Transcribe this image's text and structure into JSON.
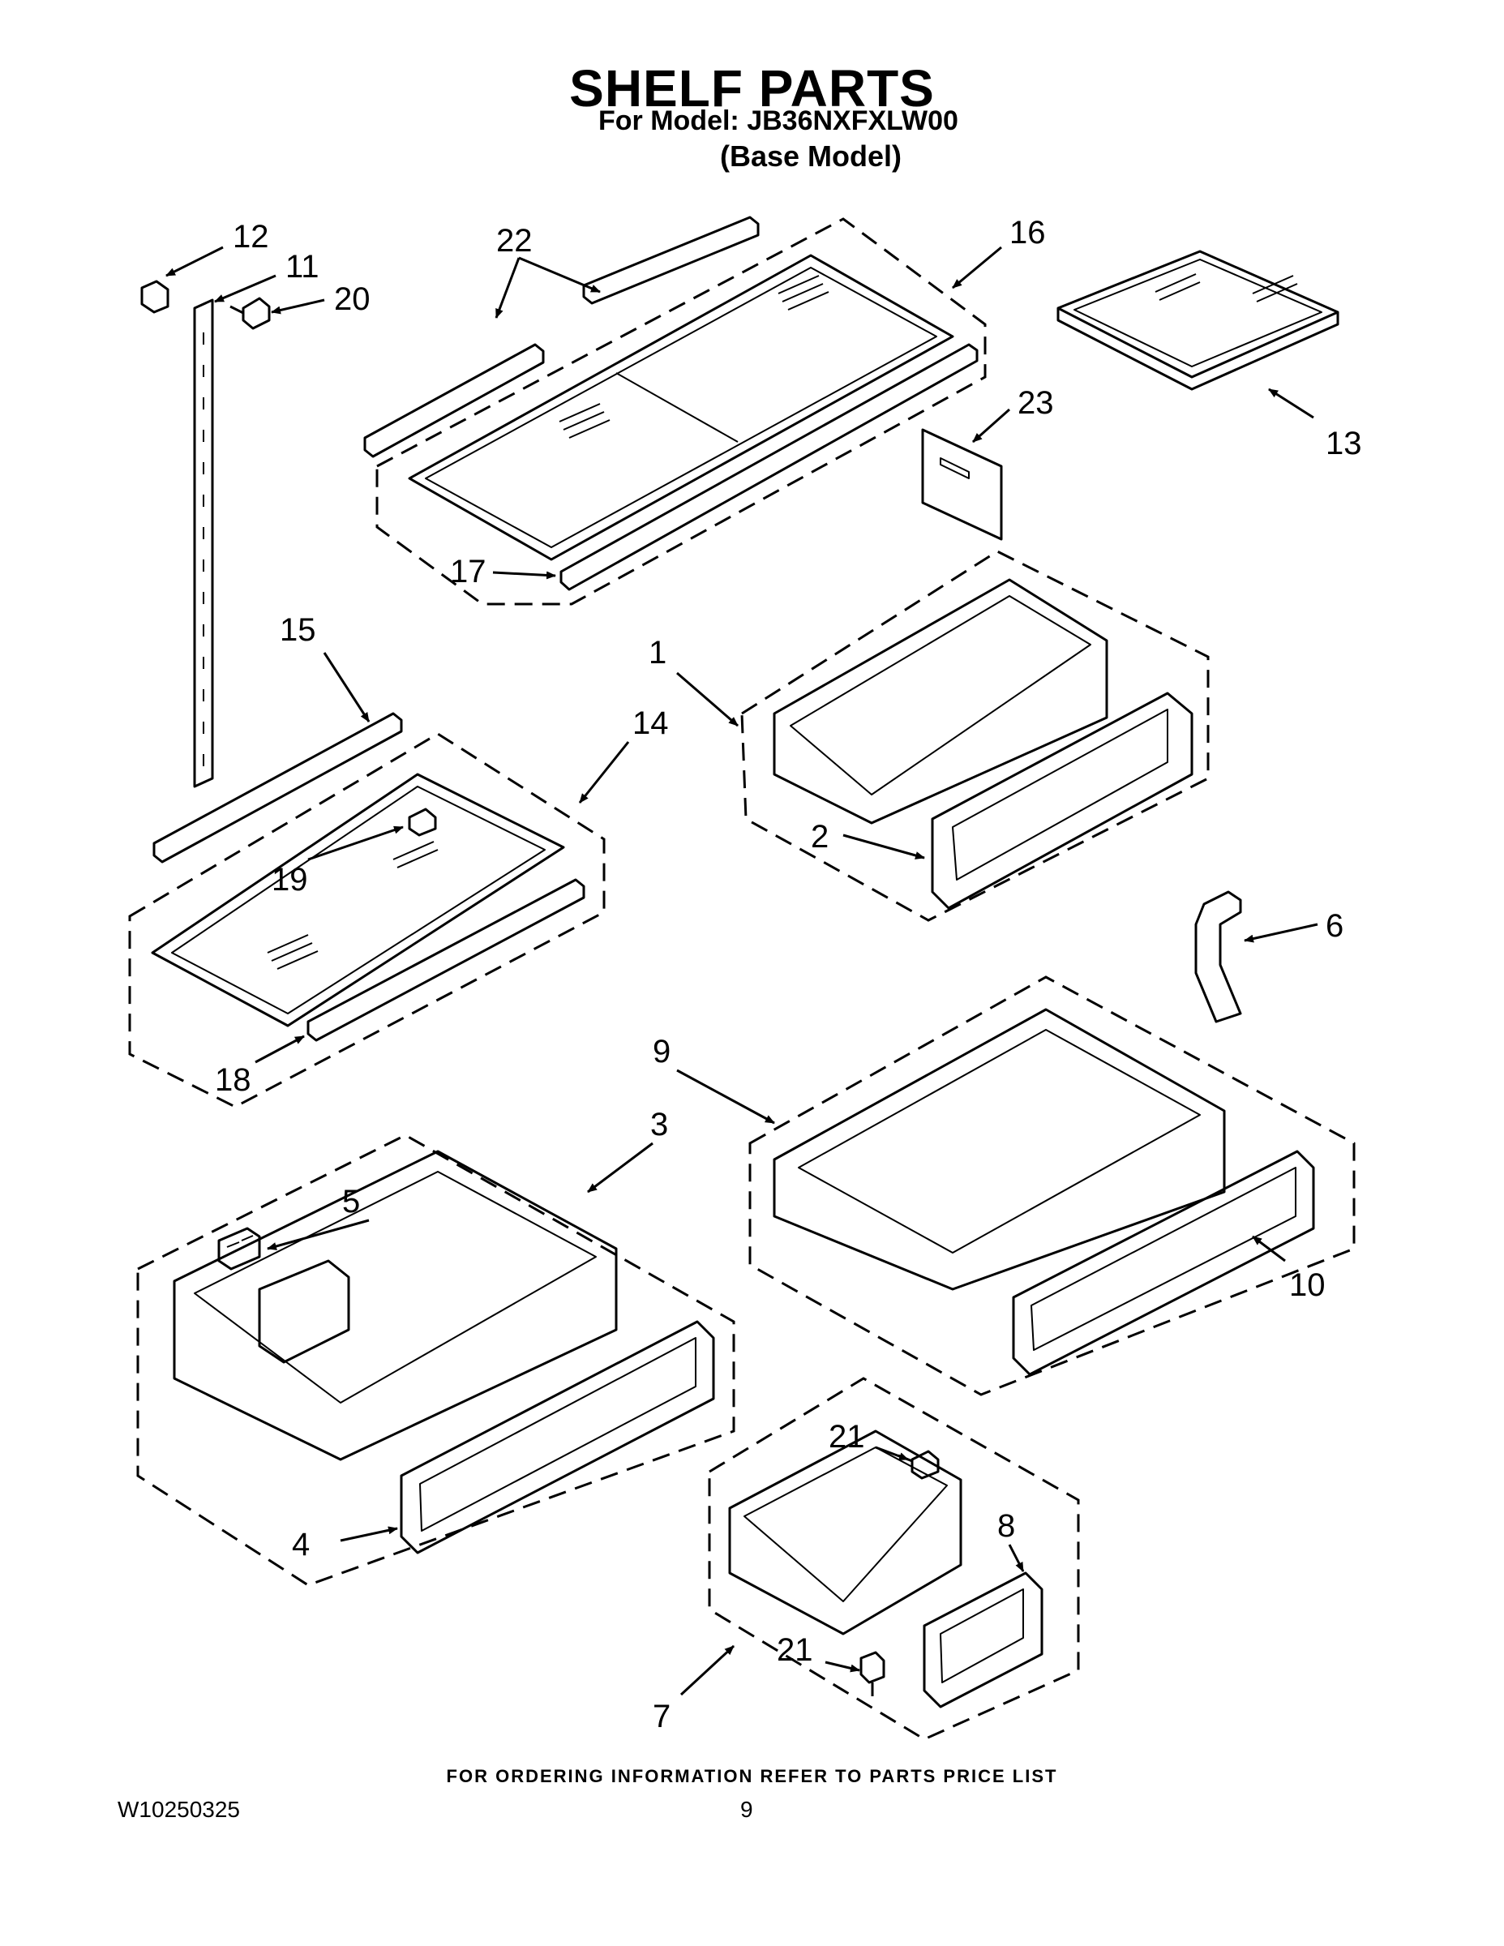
{
  "header": {
    "title": "SHELF PARTS",
    "model_line": "For Model: JB36NXFXLW00",
    "model_note": "(Base Model)"
  },
  "footer": {
    "ordering_note": "FOR ORDERING INFORMATION REFER TO PARTS PRICE LIST",
    "document_number": "W10250325",
    "page_number": "9"
  },
  "callouts": {
    "c1": "1",
    "c2": "2",
    "c3": "3",
    "c4": "4",
    "c5": "5",
    "c6": "6",
    "c7": "7",
    "c8": "8",
    "c9": "9",
    "c10": "10",
    "c11": "11",
    "c12": "12",
    "c13": "13",
    "c14": "14",
    "c15": "15",
    "c16": "16",
    "c17": "17",
    "c18": "18",
    "c19": "19",
    "c20": "20",
    "c21a": "21",
    "c21b": "21",
    "c22": "22",
    "c23": "23"
  }
}
